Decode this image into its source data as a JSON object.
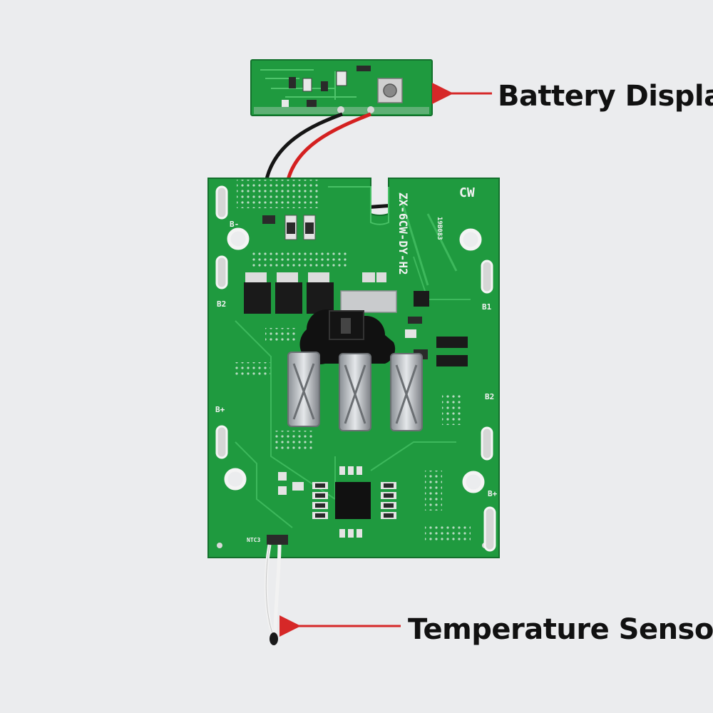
{
  "image": {
    "kind": "photo",
    "subject": "Battery charging protection PCB board with display board and temperature sensor",
    "background_color": "#ebecee",
    "pcb_color": "#1f9a3f",
    "wire_colors": [
      "#1a1a1a",
      "#d42020",
      "#f2f2f2"
    ]
  },
  "annotations": [
    {
      "label": "Battery Display",
      "arrow_color": "#d62828"
    },
    {
      "label": "Temperature Sensor",
      "arrow_color": "#d62828"
    }
  ],
  "silkscreen": {
    "board_code": "ZX-6CW-DY-H2",
    "corner_mark": "CW",
    "serial": "19B083",
    "pad_b_minus": "B-",
    "pad_b1": "B1",
    "pad_b2": "B2",
    "pad_b_plus_left": "B+",
    "pad_b_plus_right": "B+",
    "pad_b2_left": "B2",
    "sensor_code": "NTC3"
  }
}
